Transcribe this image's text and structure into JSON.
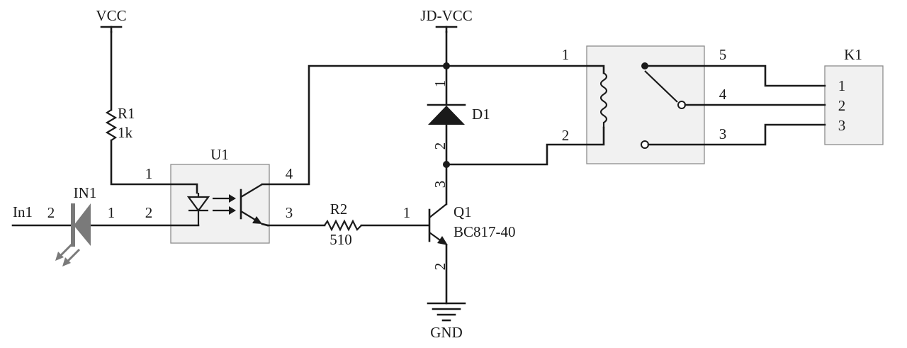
{
  "components": {
    "vcc": {
      "label": "VCC"
    },
    "jd_vcc": {
      "label": "JD-VCC"
    },
    "gnd": {
      "label": "GND"
    },
    "r1": {
      "ref": "R1",
      "value": "1k"
    },
    "r2": {
      "ref": "R2",
      "value": "510"
    },
    "u1": {
      "ref": "U1",
      "pins": [
        "1",
        "2",
        "3",
        "4"
      ]
    },
    "in1": {
      "ref": "In1",
      "pin": "2"
    },
    "ind1": {
      "ref": "IN1",
      "pins": [
        "2",
        "1"
      ]
    },
    "d1": {
      "ref": "D1",
      "pins": [
        "1",
        "2"
      ]
    },
    "q1": {
      "ref": "Q1",
      "part": "BC817-40",
      "pins": [
        "1",
        "2",
        "3"
      ]
    },
    "relay": {
      "pins": [
        "1",
        "2",
        "5",
        "4",
        "3"
      ]
    },
    "k1": {
      "ref": "K1",
      "pins": [
        "1",
        "2",
        "3"
      ]
    }
  },
  "colors": {
    "wire": "#1a1a1a",
    "component_box_fill": "#f1f1f1",
    "component_box_stroke": "#8c8c8c",
    "indicator_led": "#7a7a7a"
  }
}
